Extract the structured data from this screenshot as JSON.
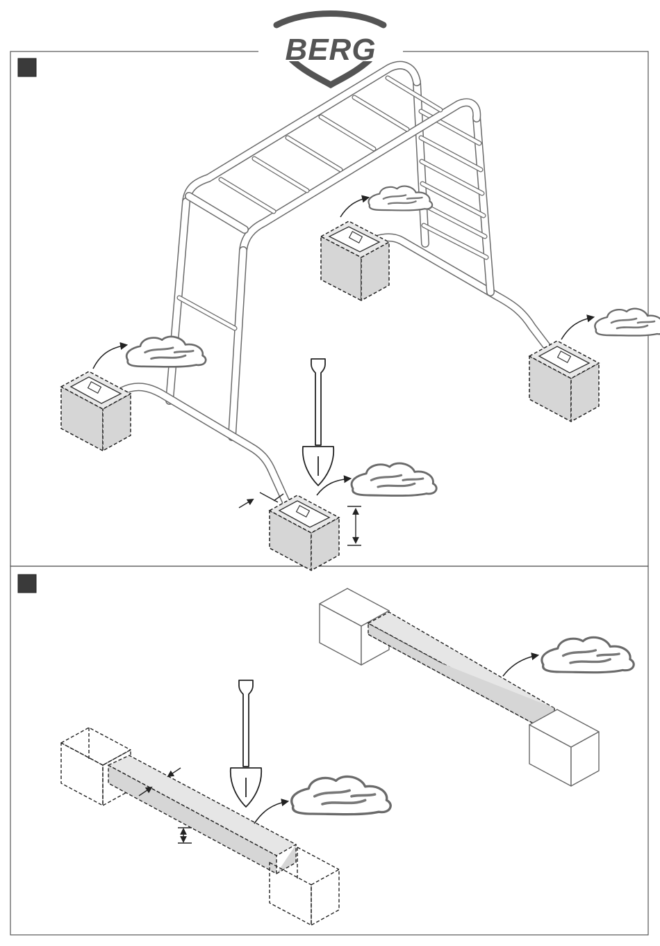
{
  "brand": {
    "logo_text": "BERG",
    "logo_color": "#545454"
  },
  "panels": [
    {
      "step_marker_color": "#3a3a3a",
      "icons": [
        "playframe",
        "foundation-hole",
        "shovel-icon",
        "soil-pile-icon",
        "depth-dimension"
      ]
    },
    {
      "step_marker_color": "#3a3a3a",
      "icons": [
        "trench",
        "foundation-box",
        "shovel-icon",
        "soil-pile-icon",
        "depth-dimension"
      ]
    }
  ],
  "colors": {
    "hole_fill": "#d6d6d6",
    "line": "#222222"
  }
}
